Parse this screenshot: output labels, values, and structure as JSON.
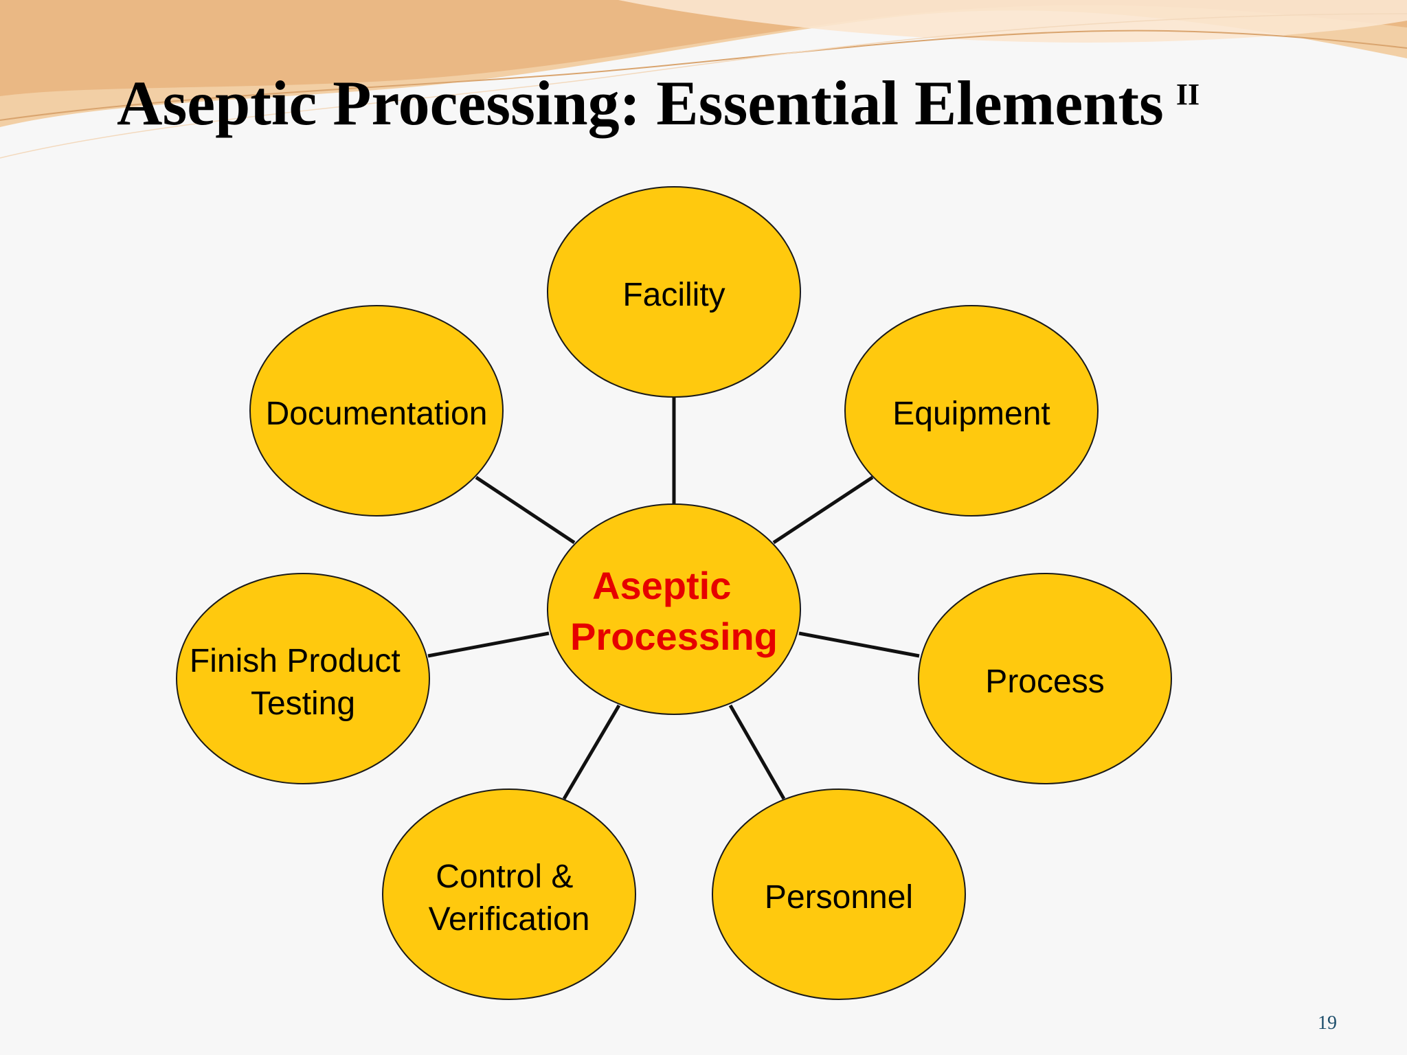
{
  "title": {
    "text": "Aseptic Processing: Essential Elements",
    "superscript": "II"
  },
  "hub": {
    "label_lines": [
      "Aseptic",
      "Processing"
    ],
    "color": "#e60000"
  },
  "nodes": [
    {
      "id": "facility",
      "label_lines": [
        "Facility"
      ]
    },
    {
      "id": "equipment",
      "label_lines": [
        "Equipment"
      ]
    },
    {
      "id": "process",
      "label_lines": [
        "Process"
      ]
    },
    {
      "id": "personnel",
      "label_lines": [
        "Personnel"
      ]
    },
    {
      "id": "control-verification",
      "label_lines": [
        "Control &",
        "Verification"
      ]
    },
    {
      "id": "finish-product-testing",
      "label_lines": [
        "Finish Product",
        "Testing"
      ]
    },
    {
      "id": "documentation",
      "label_lines": [
        "Documentation"
      ]
    }
  ],
  "colors": {
    "node_fill": "#ffc90e",
    "node_stroke": "#1a1a1a",
    "connector": "#111111",
    "decor": "#edbd8c"
  },
  "page_number": "19"
}
